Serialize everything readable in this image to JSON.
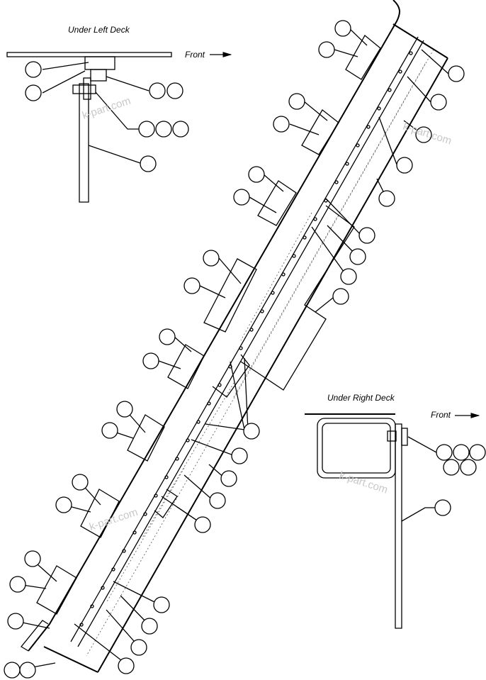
{
  "labels": {
    "under_left_deck": "Under Left Deck",
    "under_right_deck": "Under Right Deck",
    "front_left": "Front",
    "front_right": "Front"
  },
  "watermark": "k-part.com",
  "colors": {
    "line": "#000000",
    "watermark": "#c8c8c8",
    "background": "#ffffff"
  }
}
